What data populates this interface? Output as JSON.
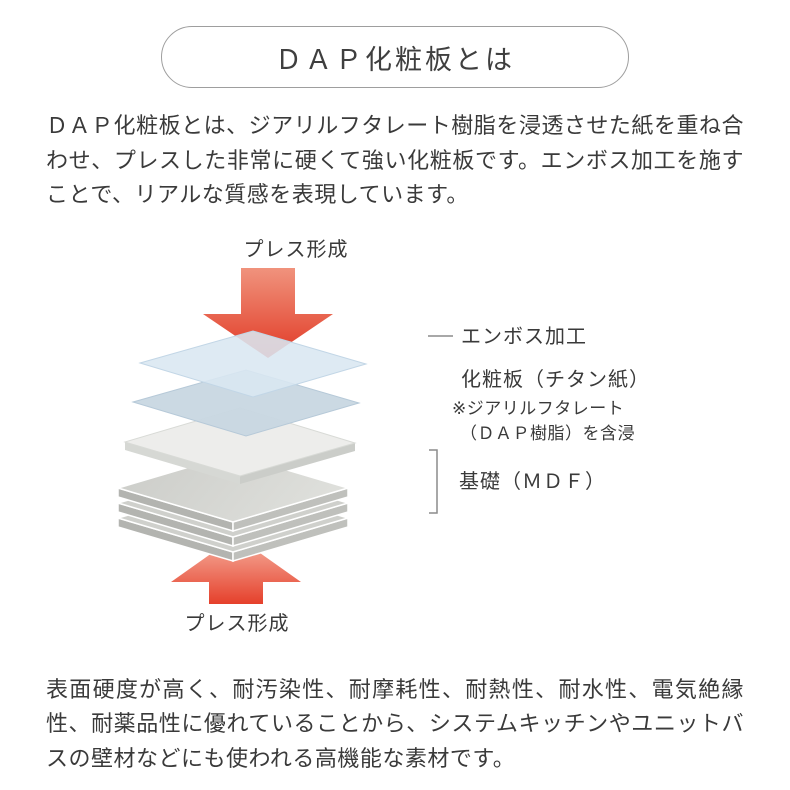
{
  "title": "ＤＡＰ化粧板とは",
  "intro": "ＤＡＰ化粧板とは、ジアリルフタレート樹脂を浸透させた紙を重ね合わせ、プレスした非常に硬くて強い化粧板です。エンボス加工を施すことで、リアルな質感を表現しています。",
  "diagram": {
    "press_top": "プレス形成",
    "press_bottom": "プレス形成",
    "emboss_label": "エンボス加工",
    "sheet_label": "化粧板（チタン紙）",
    "sheet_note_line1": "※ジアリルフタレート",
    "sheet_note_line2": "（ＤＡＰ樹脂）を含浸",
    "base_label": "基礎（ＭＤＦ）"
  },
  "outro": "表面硬度が高く、耐汚染性、耐摩耗性、耐熱性、耐水性、電気絶縁性、耐薬品性に優れていることから、システムキッチンやユニットバスの壁材などにも使われる高機能な素材です。",
  "colors": {
    "arrow_red": "#e13a26",
    "arrow_pink": "#f6b5a4",
    "emboss_blue": "#d9e7f1",
    "sheet_blue": "#c8d7e2",
    "board_white": "#ededeb",
    "mdf_gray": "#d5d6d2",
    "text": "#3a3a3a",
    "pill_border": "#9e9e9e"
  }
}
